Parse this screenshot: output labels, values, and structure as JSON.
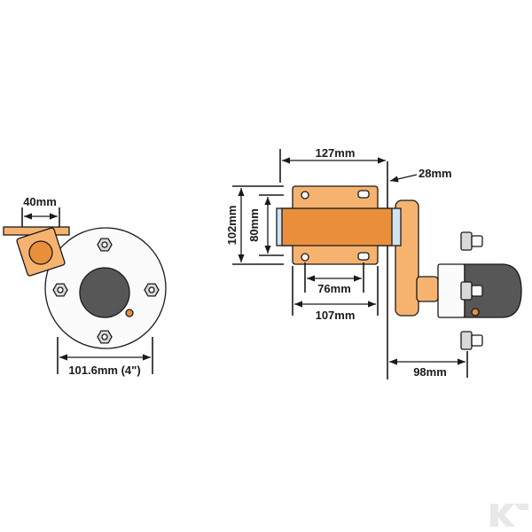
{
  "colors": {
    "bracket": "#f6b36f",
    "bracket_shade": "#e98f3c",
    "outline": "#1a1a1a",
    "hub_face": "#fbfbfb",
    "hub_center": "#575757",
    "bolt": "#d9d9d9",
    "shaft": "#cfe3f5",
    "watermark": "#e8e8e8"
  },
  "front_view": {
    "dim_width": "40mm",
    "dim_diameter": "101.6mm (4\")"
  },
  "side_view": {
    "dim_length": "127mm",
    "dim_gap": "28mm",
    "dim_height_outer": "102mm",
    "dim_height_inner": "80mm",
    "dim_hole_spacing": "76mm",
    "dim_base": "107mm",
    "dim_offset": "98mm"
  },
  "watermark": {
    "icon": "brand-k-logo"
  }
}
